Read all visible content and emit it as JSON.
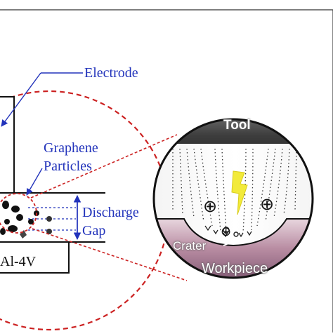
{
  "labels": {
    "electrode": "Electrode",
    "graphene_line1": "Graphene",
    "graphene_line2": "Particles",
    "discharge_line1": "Discharge",
    "discharge_line2": "Gap",
    "workpiece_material": "Al-4V",
    "tool": "Tool",
    "crater": "Crater",
    "workpiece": "Workpiece"
  },
  "symbols": {
    "positive_ion": "⊕"
  },
  "colors": {
    "label_blue": "#2233bb",
    "outline_red": "#cc2222",
    "spark_yellow": "#f2ea3a",
    "pointer_blue": "#2233bb",
    "tool_dark": "#4a4a4a",
    "workpiece_pink": "#b78aa0"
  }
}
